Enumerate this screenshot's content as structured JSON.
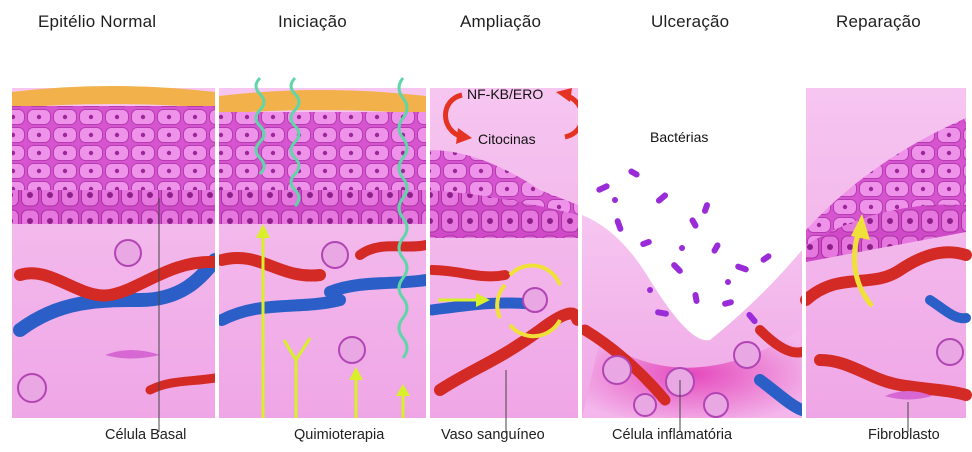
{
  "stages": [
    {
      "id": "normal",
      "title": "Epitélio Normal"
    },
    {
      "id": "iniciacao",
      "title": "Iniciação"
    },
    {
      "id": "ampliacao",
      "title": "Ampliação"
    },
    {
      "id": "ulceracao",
      "title": "Ulceração"
    },
    {
      "id": "reparacao",
      "title": "Reparação"
    }
  ],
  "labels": {
    "celula_basal": "Célula Basal",
    "quimioterapia": "Quimioterapia",
    "vaso_sanguineo": "Vaso sanguíneo",
    "celula_inflamatoria": "Célula inflamatória",
    "fibroblasto": "Fibroblasto",
    "nfkb_ero": "NF-KB/ERO",
    "citocinas": "Citocinas",
    "bacterias": "Bactérias"
  },
  "colors": {
    "keratin": "#f2b14a",
    "epithelium": "#e06ad6",
    "tissue": "#f4b8ec",
    "vessel_red": "#d42a25",
    "vessel_blue": "#2b5fc7",
    "drug_arrow": "#d8ef2a",
    "radiation_wave": "#5fd6a7",
    "bacteria": "#9a2bd8",
    "cycle_arrow": "#e53323"
  }
}
